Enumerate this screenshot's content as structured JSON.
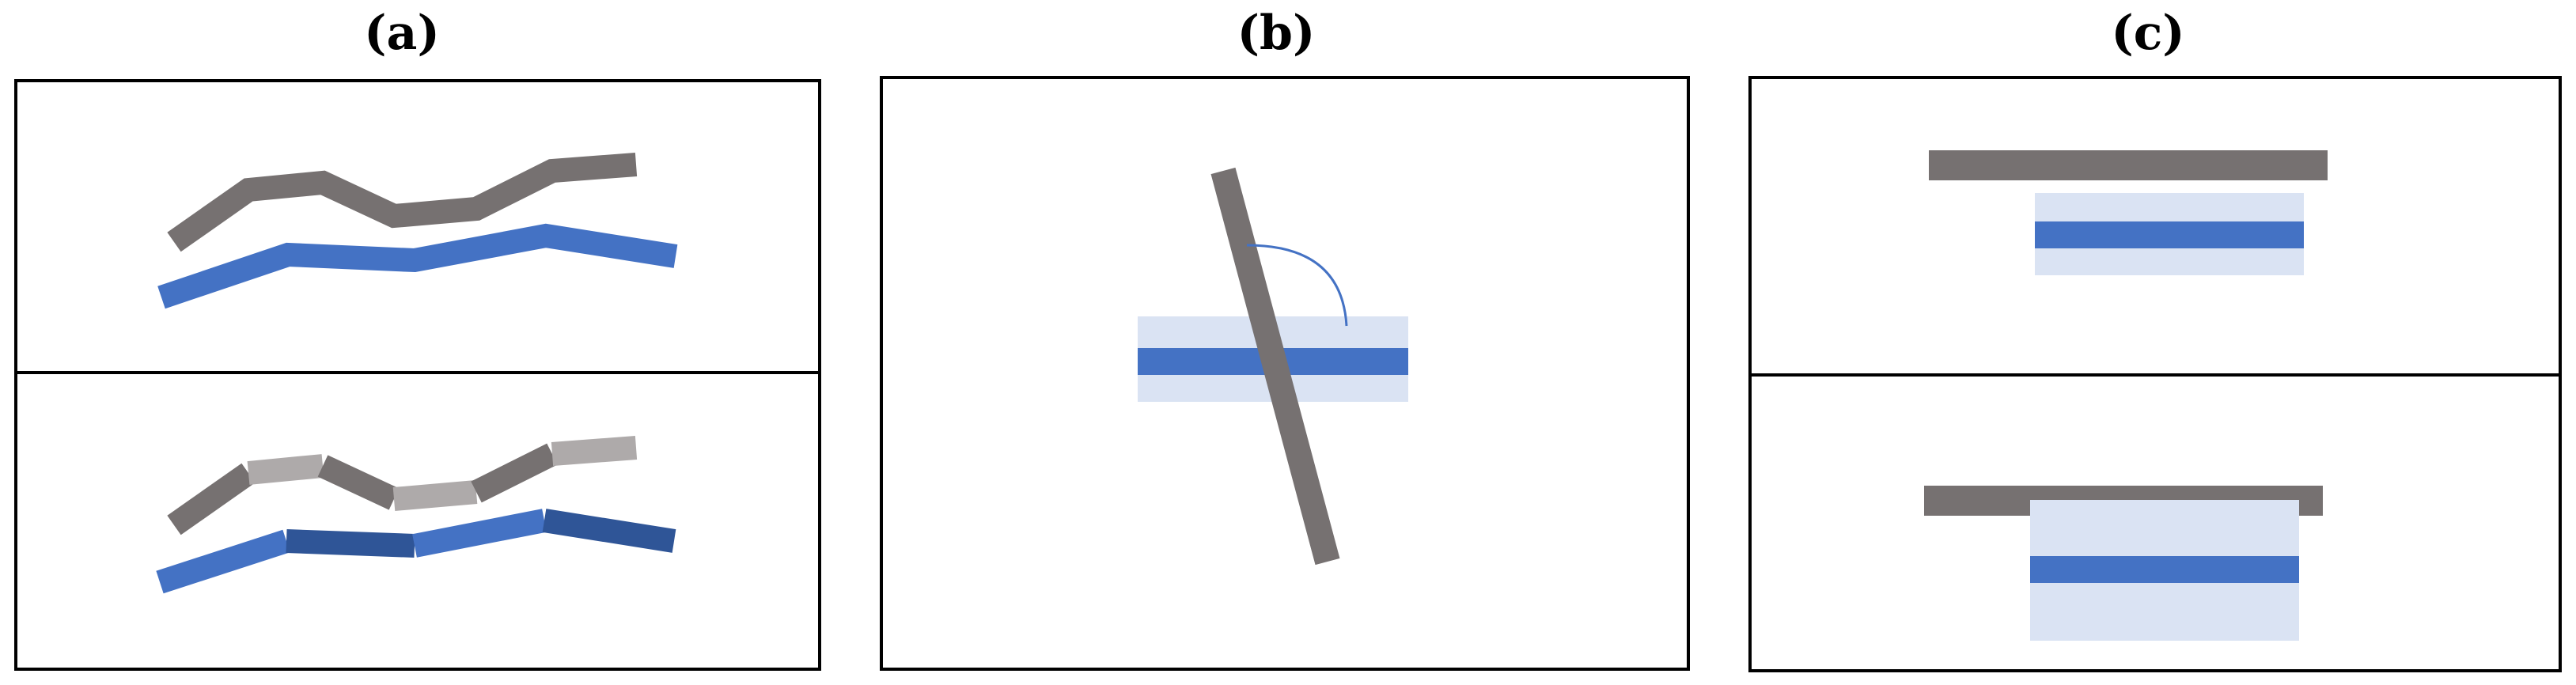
{
  "panels": [
    {
      "label": "(a)"
    },
    {
      "label": "(b)"
    },
    {
      "label": "(c)"
    }
  ],
  "colors": {
    "gray_dark": "#767171",
    "gray_light": "#AEAAAA",
    "blue": "#4472C4",
    "blue_dark": "#2F5597",
    "blue_light": "#DAE3F3",
    "border": "#000000"
  }
}
